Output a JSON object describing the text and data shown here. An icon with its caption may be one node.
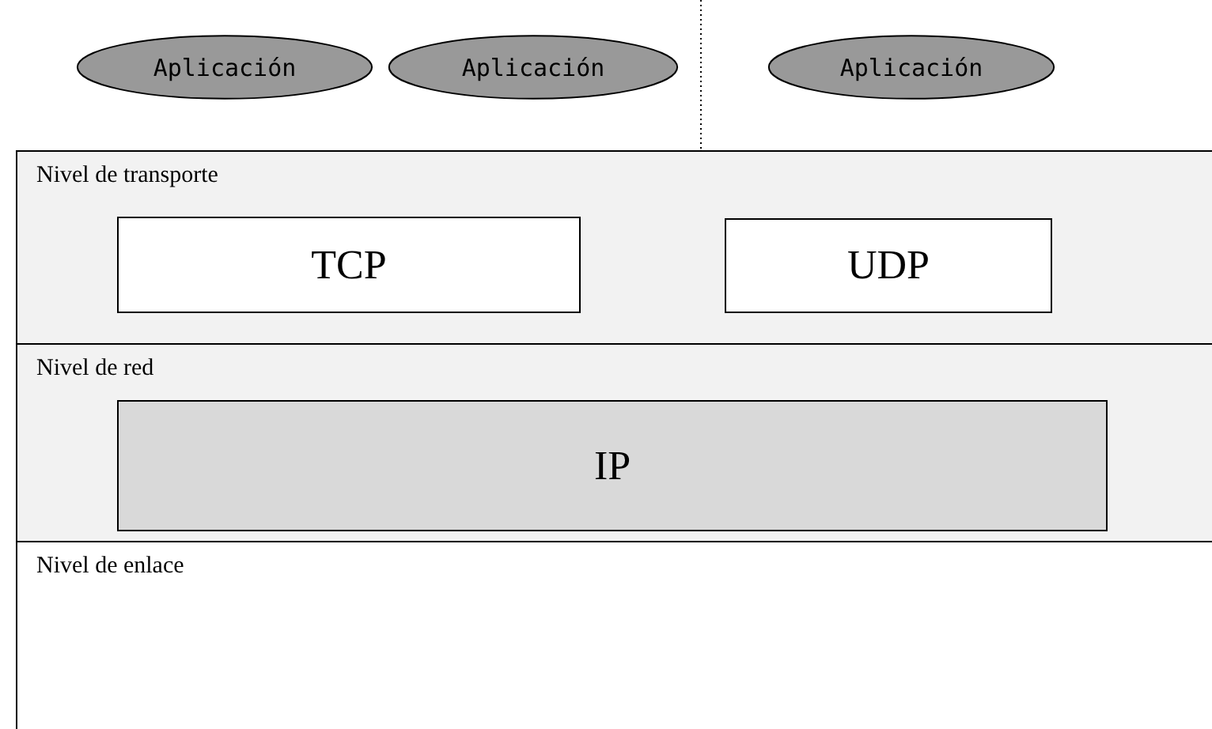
{
  "diagram": {
    "nodes": [
      {
        "text": [
          "Aplicación"
        ]
      },
      {
        "text": [
          "Aplicación"
        ]
      },
      {
        "text": [
          "Aplicación"
        ]
      },
      {
        "text": [
          "Nivel de transporte"
        ]
      },
      {
        "text": [
          "TCP"
        ],
        "in": 3
      },
      {
        "text": [
          "UDP"
        ],
        "in": 3
      },
      {
        "text": [
          "Nivel de red"
        ]
      },
      {
        "text": [
          "IP"
        ],
        "in": 6
      },
      {
        "text": [
          "Nivel de enlace"
        ]
      }
    ]
  }
}
